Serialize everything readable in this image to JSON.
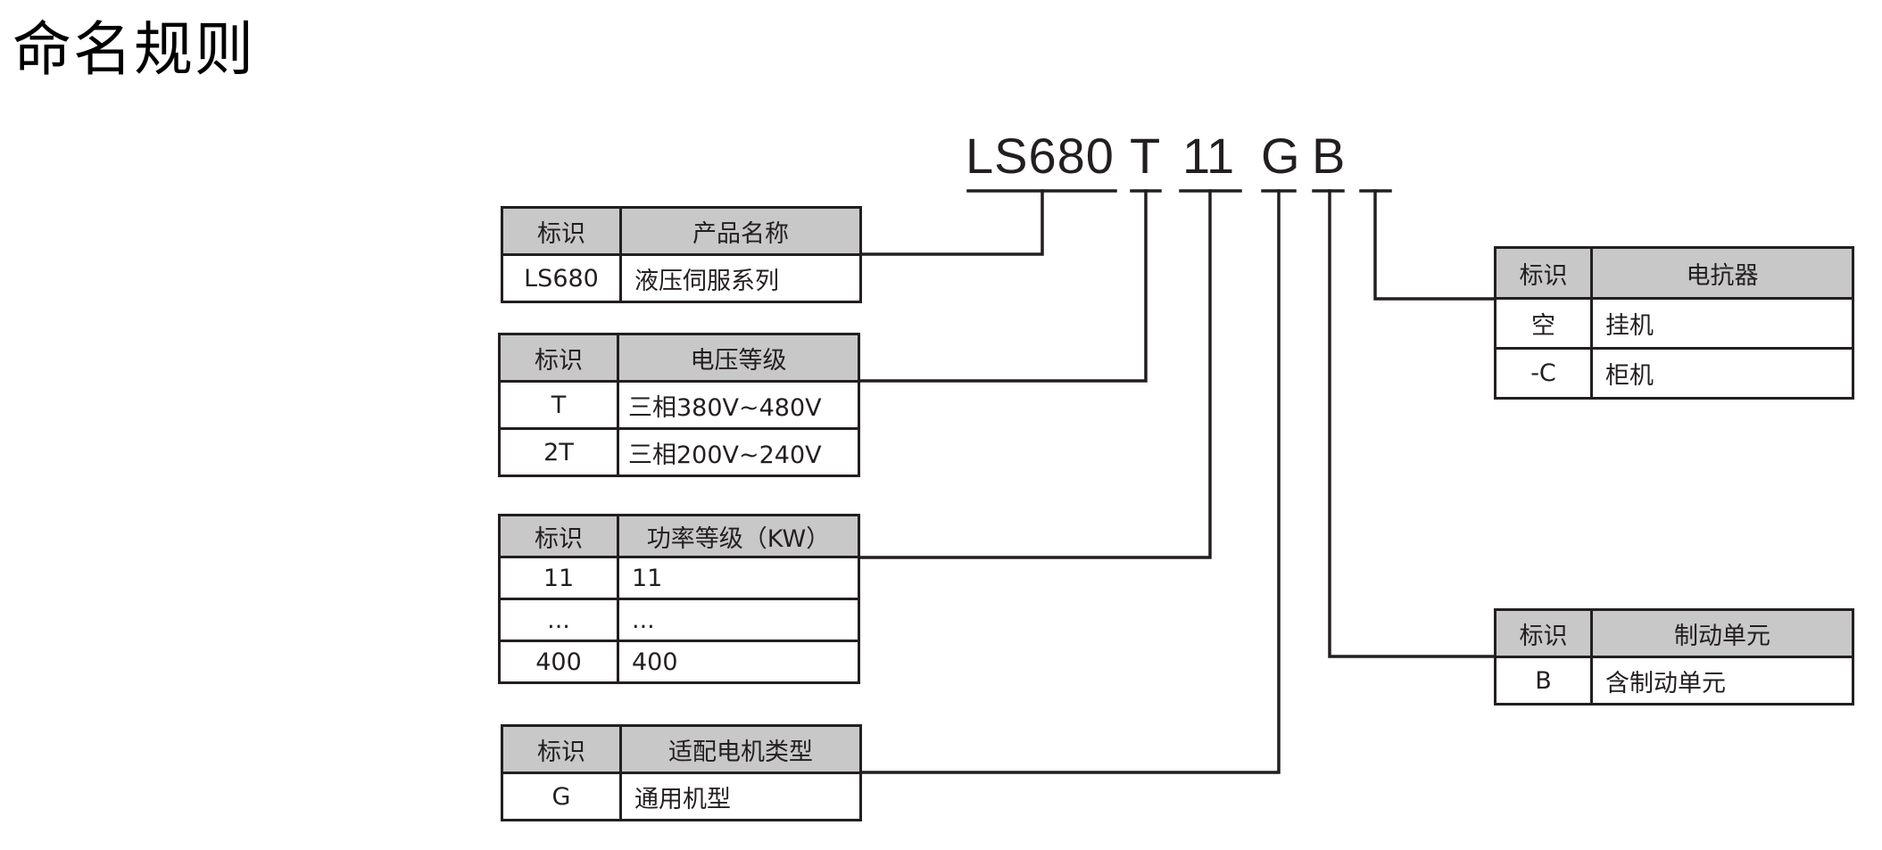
{
  "title": "命名规则",
  "model_code": {
    "segments": [
      "LS680",
      "T",
      "11",
      "G",
      "B"
    ]
  },
  "tables": {
    "product_name": {
      "header": [
        "标识",
        "产品名称"
      ],
      "rows": [
        [
          "LS680",
          "液压伺服系列"
        ]
      ]
    },
    "voltage_class": {
      "header": [
        "标识",
        "电压等级"
      ],
      "rows": [
        [
          "T",
          "三相380V~480V"
        ],
        [
          "2T",
          "三相200V~240V"
        ]
      ]
    },
    "power_class": {
      "header": [
        "标识",
        "功率等级（KW）"
      ],
      "rows": [
        [
          "11",
          "11"
        ],
        [
          "...",
          "..."
        ],
        [
          "400",
          "400"
        ]
      ]
    },
    "motor_type": {
      "header": [
        "标识",
        "适配电机类型"
      ],
      "rows": [
        [
          "G",
          "通用机型"
        ]
      ]
    },
    "reactor": {
      "header": [
        "标识",
        "电抗器"
      ],
      "rows": [
        [
          "空",
          "挂机"
        ],
        [
          "-C",
          "柜机"
        ]
      ]
    },
    "brake_unit": {
      "header": [
        "标识",
        "制动单元"
      ],
      "rows": [
        [
          "B",
          "含制动单元"
        ]
      ]
    }
  },
  "colors": {
    "line": "#231f20",
    "header_fill": "#c8c8c8",
    "background": "#ffffff"
  }
}
